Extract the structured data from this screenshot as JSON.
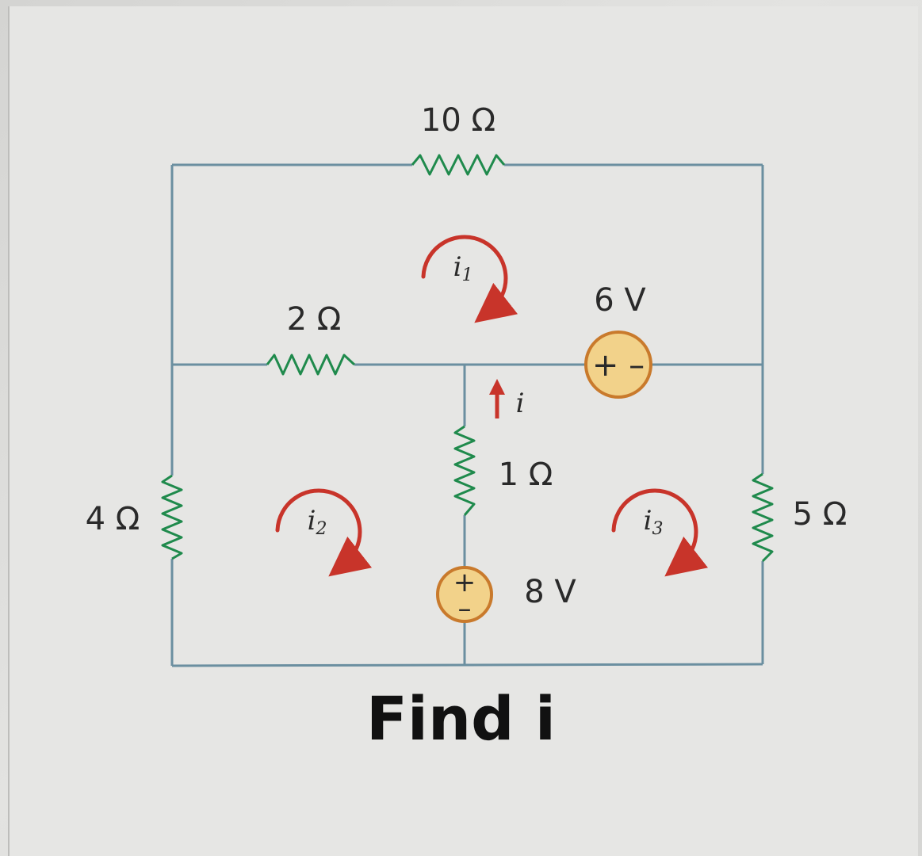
{
  "labels": {
    "r_top": "10 Ω",
    "r_mid": "2 Ω",
    "r_center": "1 Ω",
    "r_left": "4 Ω",
    "r_right": "5 Ω",
    "v_top": "6 V",
    "v_bottom": "8 V",
    "v_top_polarity": "+ –",
    "v_bottom_plus": "+",
    "v_bottom_minus": "–",
    "loop1": "i",
    "loop1_sub": "1",
    "loop2": "i",
    "loop2_sub": "2",
    "loop3": "i",
    "loop3_sub": "3",
    "branch_current": "i"
  },
  "caption": "Find i",
  "colors": {
    "wire": "#6b8fa0",
    "resistor": "#1f8a4c",
    "source_fill": "#f2d28a",
    "source_stroke": "#c97a2c",
    "arrow": "#c8342a"
  }
}
